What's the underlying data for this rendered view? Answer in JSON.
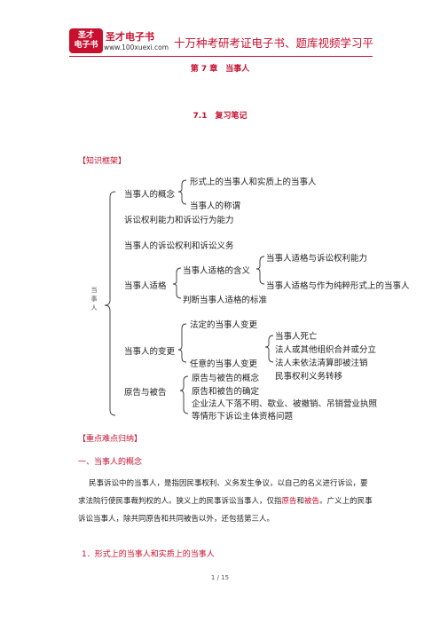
{
  "header": {
    "logo_line1": "圣才",
    "logo_line2": "电子书",
    "brand": "圣才电子书",
    "url": "www.100xuexi.com",
    "slogan": "十万种考研考证电子书、题库视频学习平"
  },
  "chapter_title": "第 7 章　当事人",
  "section_title": "7.1　复习笔记",
  "knowledge_frame_label": "【知识框架】",
  "mindmap": {
    "root": "当事人",
    "concept": "当事人的概念",
    "concept_children": [
      "形式上的当事人和实质上的当事人",
      "当事人的称谓"
    ],
    "capacity": "诉讼权利能力和诉讼行为能力",
    "rights": "当事人的诉讼权利和诉讼义务",
    "qualification": "当事人适格",
    "qualification_meaning": "当事人适格的含义",
    "qualification_meaning_children": [
      "当事人适格与诉讼权利能力",
      "当事人适格与作为纯粹形式上的当事人"
    ],
    "qualification_judge": "判断当事人适格的标准",
    "change": "当事人的变更",
    "change_legal": "法定的当事人变更",
    "change_legal_children": [
      "当事人死亡",
      "法人或其他组织合并或分立",
      "法人未依法清算即被注销",
      "民事权利义务转移"
    ],
    "change_optional": "任意的当事人变更",
    "plaintiff": "原告与被告",
    "plaintiff_children": [
      "原告与被告的概念",
      "原告和被告的确定",
      "企业法人下落不明、歇业、被撤销、吊销营业执照",
      "等情形下诉讼主体资格问题"
    ]
  },
  "key_points_label": "【重点难点归纳】",
  "heading_1": "一、当事人的概念",
  "paragraph": {
    "line1": "民事诉讼中的当事人，是指因民事权利、义务发生争议，以自己的名义进行诉讼，要",
    "line2_a": "求法院行使民事裁判权的人。狭义上的民事诉讼当事人，仅指",
    "line2_hl1": "原告",
    "line2_b": "和",
    "line2_hl2": "被告",
    "line2_c": "。广义上的民事",
    "line3": "诉讼当事人，除共同原告和共同被告以外，还包括第三人。"
  },
  "heading_2": "1．形式上的当事人和实质上的当事人",
  "page_number": "1 / 15"
}
